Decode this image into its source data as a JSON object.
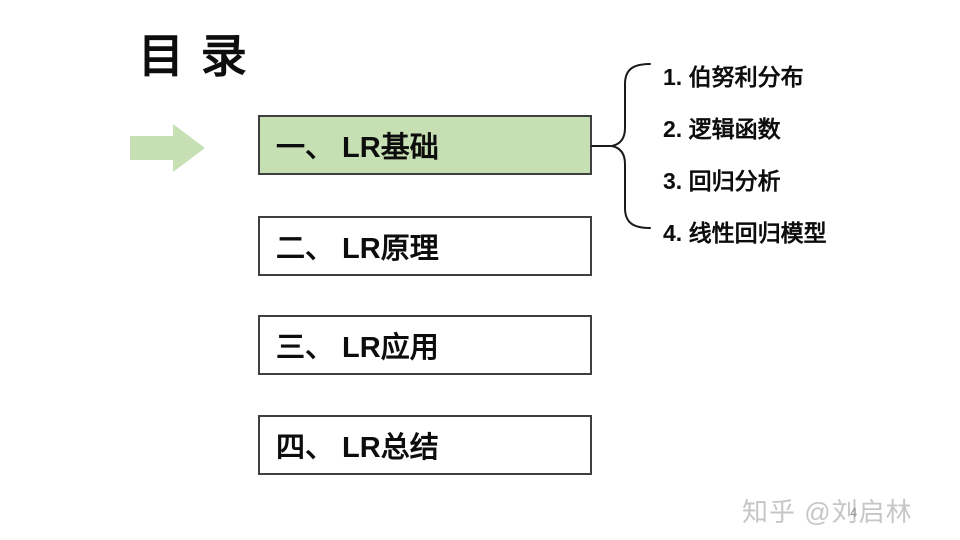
{
  "slide": {
    "title": "目 录",
    "boxes": [
      {
        "label": "一、 LR基础",
        "highlighted": true
      },
      {
        "label": "二、 LR原理",
        "highlighted": false
      },
      {
        "label": "三、 LR应用",
        "highlighted": false
      },
      {
        "label": "四、 LR总结",
        "highlighted": false
      }
    ],
    "sub_items": [
      "1. 伯努利分布",
      "2. 逻辑函数",
      "3. 回归分析",
      "4. 线性回归模型"
    ],
    "watermark": "知乎 @刘启林",
    "page_number": "4",
    "colors": {
      "highlight_green": "#c6e0b4",
      "box_border": "#3f3f3f",
      "brace_black": "#1a1a1a",
      "watermark_gray": "#c6c6c4"
    }
  }
}
